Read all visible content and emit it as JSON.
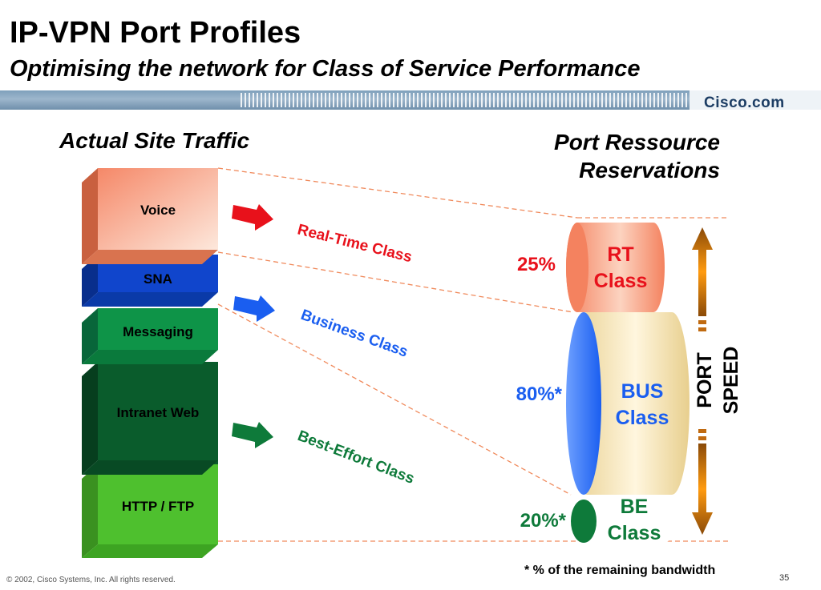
{
  "slide": {
    "title": "IP-VPN Port Profiles",
    "subtitle": "Optimising the network for Class of Service Performance",
    "logo_text": "Cisco.com"
  },
  "left_panel": {
    "heading": "Actual Site Traffic",
    "blocks": [
      {
        "label": "Voice",
        "color": "#f2896a"
      },
      {
        "label": "SNA",
        "color": "#1045cc"
      },
      {
        "label": "Messaging",
        "color": "#0e9448"
      },
      {
        "label": "Intranet Web",
        "color": "#0a5c2c"
      },
      {
        "label": "HTTP / FTP",
        "color": "#4ec02e"
      }
    ]
  },
  "classes": [
    {
      "label": "Real-Time Class",
      "color": "#e8111b"
    },
    {
      "label": "Business Class",
      "color": "#1a5ef0"
    },
    {
      "label": "Best-Effort Class",
      "color": "#0e7a3a"
    }
  ],
  "right_panel": {
    "heading_line1": "Port Ressource",
    "heading_line2": "Reservations",
    "reservations": [
      {
        "percent": "25%",
        "class_line1": "RT",
        "class_line2": "Class",
        "color": "#e8111b"
      },
      {
        "percent": "80%*",
        "class_line1": "BUS",
        "class_line2": "Class",
        "color": "#1a5ef0"
      },
      {
        "percent": "20%*",
        "class_line1": "BE",
        "class_line2": "Class",
        "color": "#0e7a3a"
      }
    ],
    "port_speed_line1": "PORT",
    "port_speed_line2": "SPEED"
  },
  "footnote": "* % of the remaining bandwidth",
  "copyright": "© 2002, Cisco Systems, Inc. All rights reserved.",
  "page_number": "35"
}
